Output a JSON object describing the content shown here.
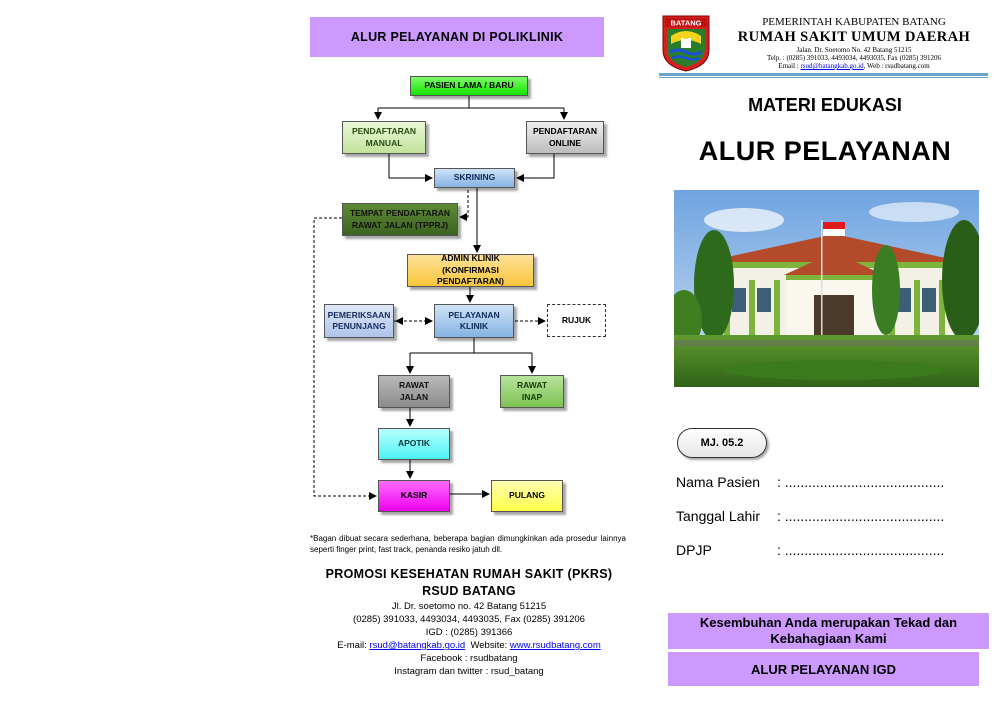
{
  "left": {
    "band_title": "ALUR PELAYANAN DI POLIKLINIK",
    "flow": {
      "pasien": "PASIEN LAMA / BARU",
      "manual": "PENDAFTARAN\nMANUAL",
      "online": "PENDAFTARAN\nONLINE",
      "skrining": "SKRINING",
      "tpprj": "TEMPAT PENDAFTARAN\nRAWAT JALAN (TPPRJ)",
      "admin": "ADMIN KLINIK\n(KONFIRMASI PENDAFTARAN)",
      "penunjang": "PEMERIKSAAN\nPENUNJANG",
      "pelayanan": "PELAYANAN\nKLINIK",
      "rujuk": "RUJUK",
      "rawat_jalan": "RAWAT\nJALAN",
      "rawat_inap": "RAWAT\nINAP",
      "apotik": "APOTIK",
      "kasir": "KASIR",
      "pulang": "PULANG"
    },
    "note": "*Bagan dibuat secara sederhana, beberapa bagian dimungkinkan ada prosedur lainnya seperti finger print, fast track, penanda resiko jatuh dll.",
    "pkrs": {
      "title": "PROMOSI KESEHATAN RUMAH SAKIT (PKRS)",
      "subtitle": "RSUD BATANG",
      "address": "Jl. Dr. soetomo no. 42 Batang 51215",
      "phone": "(0285) 391033, 4493034, 4493035, Fax (0285) 391206",
      "igd": "IGD : (0285) 391366",
      "email_label": "E-mail: ",
      "email": "rsud@batangkab.go.id",
      "website_label": "  Website: ",
      "website": "www.rsudbatang.com",
      "facebook": "Facebook : rsudbatang",
      "instagram": "Instagram dan twitter : rsud_batang"
    }
  },
  "right": {
    "logo_text": "BATANG",
    "header": {
      "gov": "PEMERINTAH KABUPATEN BATANG",
      "hospital": "RUMAH SAKIT UMUM DAERAH",
      "address": "Jalan. Dr. Soetomo No. 42 Batang 51215",
      "telp": "Telp. : (0285) 391033, 4493034, 4493035, Fax (0285) 391206",
      "email_prefix": "Email : ",
      "email": "rsud@batangkab.go.id",
      "web": ", Web : rsudbatang.com"
    },
    "materi": "MATERI EDUKASI",
    "title": "ALUR PELAYANAN",
    "code": "MJ. 05.2",
    "fields": [
      {
        "label": "Nama Pasien",
        "dots": ": ........................................."
      },
      {
        "label": "Tanggal Lahir",
        "dots": ": ........................................."
      },
      {
        "label": "DPJP",
        "dots": ": ........................................."
      }
    ],
    "motto": "Kesembuhan Anda merupakan Tekad dan Kebahagiaan Kami",
    "igd_band": "ALUR PELAYANAN IGD"
  },
  "colors": {
    "band": "#cc99ff",
    "header_rule": "#6fa2c9",
    "link": "#0000ee"
  }
}
